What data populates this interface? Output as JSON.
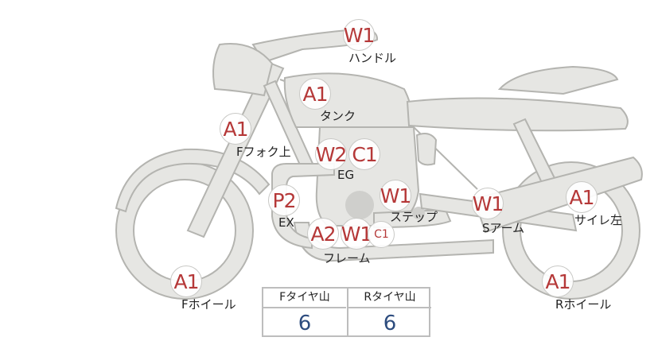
{
  "parts": [
    {
      "id": "handle",
      "codes": [
        "W1"
      ],
      "label": "ハンドル"
    },
    {
      "id": "tank",
      "codes": [
        "A1"
      ],
      "label": "タンク"
    },
    {
      "id": "front-fork",
      "codes": [
        "A1"
      ],
      "label": "Fフォク上"
    },
    {
      "id": "engine",
      "codes": [
        "W2",
        "C1"
      ],
      "label": "EG"
    },
    {
      "id": "exhaust",
      "codes": [
        "P2"
      ],
      "label": "EX"
    },
    {
      "id": "step",
      "codes": [
        "W1"
      ],
      "label": "ステップ"
    },
    {
      "id": "frame",
      "codes": [
        "A2",
        "W1",
        "C1"
      ],
      "label": "フレーム"
    },
    {
      "id": "swing-arm",
      "codes": [
        "W1"
      ],
      "label": "Sアーム"
    },
    {
      "id": "silencer-left",
      "codes": [
        "A1"
      ],
      "label": "サイレ左"
    },
    {
      "id": "front-wheel",
      "codes": [
        "A1"
      ],
      "label": "Fホイール"
    },
    {
      "id": "rear-wheel",
      "codes": [
        "A1"
      ],
      "label": "Rホイール"
    }
  ],
  "tire_tread": {
    "front": {
      "header": "Fタイヤ山",
      "value": "6"
    },
    "rear": {
      "header": "Rタイヤ山",
      "value": "6"
    }
  },
  "colors": {
    "code": "#b53838",
    "value": "#2d4c7e",
    "bike_fill": "#e6e6e3",
    "bike_stroke": "#b4b4b0"
  }
}
